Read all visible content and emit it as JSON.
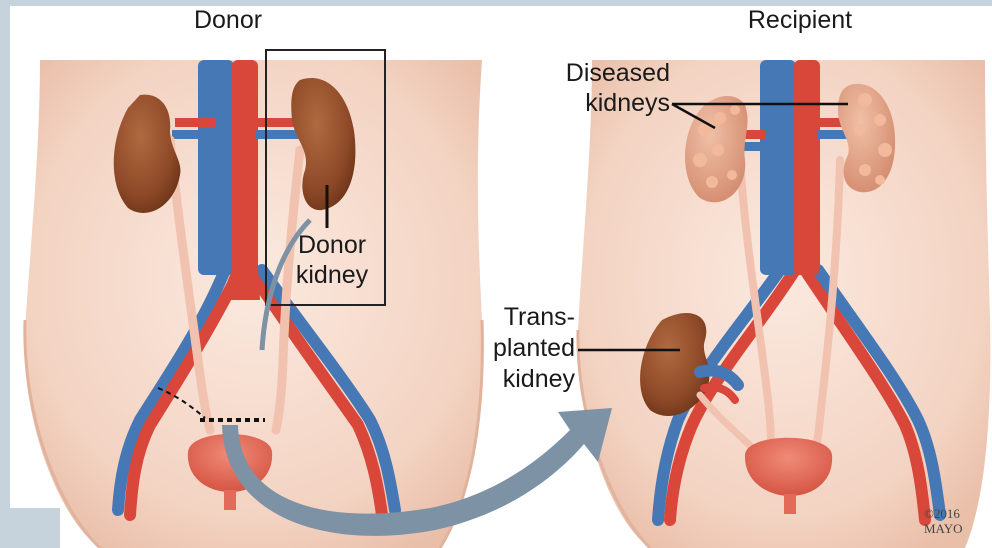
{
  "panels": {
    "donor": {
      "title": "Donor"
    },
    "recipient": {
      "title": "Recipient"
    }
  },
  "labels": {
    "donor_kidney": [
      "Donor",
      "kidney"
    ],
    "diseased_kidneys": [
      "Diseased",
      "kidneys"
    ],
    "transplanted_kidney": [
      "Trans-",
      "planted",
      "kidney"
    ]
  },
  "credit": [
    "©2016",
    "MAYO"
  ],
  "colors": {
    "frame": "#c6d3dd",
    "skin": "#f6dccd",
    "kidney": "#8e4a28",
    "diseased_kidney": "#e3a58a",
    "artery": "#d9463a",
    "vein": "#4678b6",
    "ureter": "#f2c2b0",
    "bladder": "#e36a58",
    "arrow": "#7d92a4"
  }
}
